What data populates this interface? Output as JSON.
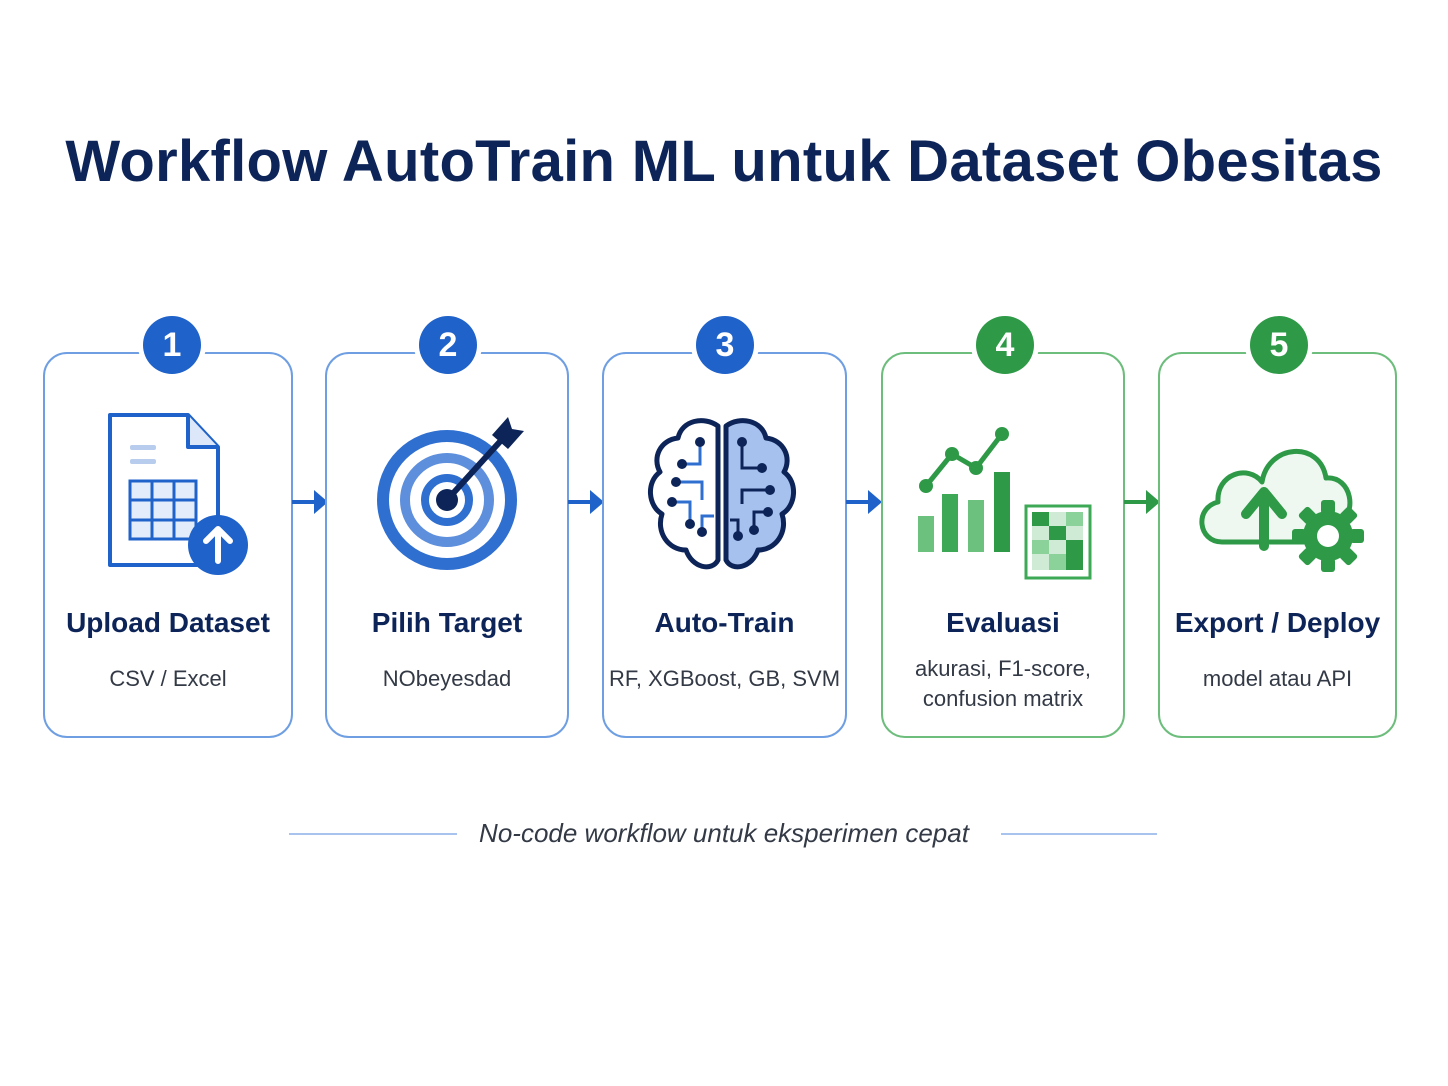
{
  "title": "Workflow AutoTrain ML untuk Dataset Obesitas",
  "steps": [
    {
      "number": "1",
      "title": "Upload Dataset",
      "subtitle": "CSV / Excel",
      "icon": "file-upload-icon"
    },
    {
      "number": "2",
      "title": "Pilih Target",
      "subtitle": "NObeyesdad",
      "icon": "target-icon"
    },
    {
      "number": "3",
      "title": "Auto-Train",
      "subtitle": "RF, XGBoost, GB, SVM",
      "icon": "brain-circuit-icon"
    },
    {
      "number": "4",
      "title": "Evaluasi",
      "subtitle": "akurasi, F1-score, confusion matrix",
      "icon": "chart-matrix-icon"
    },
    {
      "number": "5",
      "title": "Export / Deploy",
      "subtitle": "model atau API",
      "icon": "cloud-gear-icon"
    }
  ],
  "footer": "No-code workflow untuk eksperimen cepat",
  "colors": {
    "blue": "#1f62c9",
    "green": "#2e9a47",
    "navy": "#0d2458"
  }
}
